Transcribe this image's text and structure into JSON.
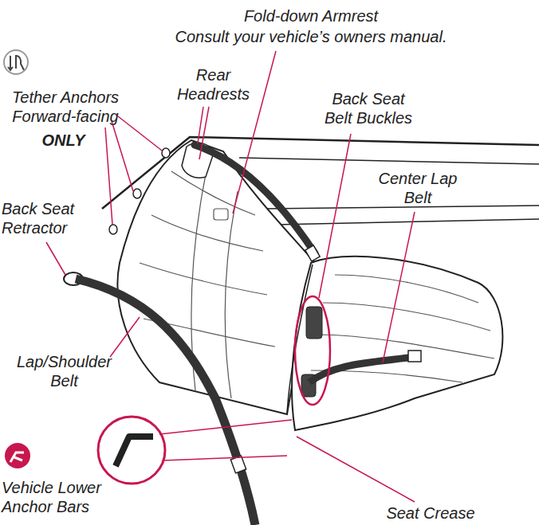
{
  "diagram": {
    "labels": [
      "Fold-down Armrest",
      "Consult your vehicle’s owners manual.",
      "Rear Headrests",
      "Tether Anchors Forward-facing",
      "ONLY",
      "Back Seat Belt Buckles",
      "Center Lap Belt",
      "Back Seat Retractor",
      "Lap/Shoulder Belt",
      "Vehicle Lower Anchor Bars",
      "Seat Crease"
    ]
  }
}
